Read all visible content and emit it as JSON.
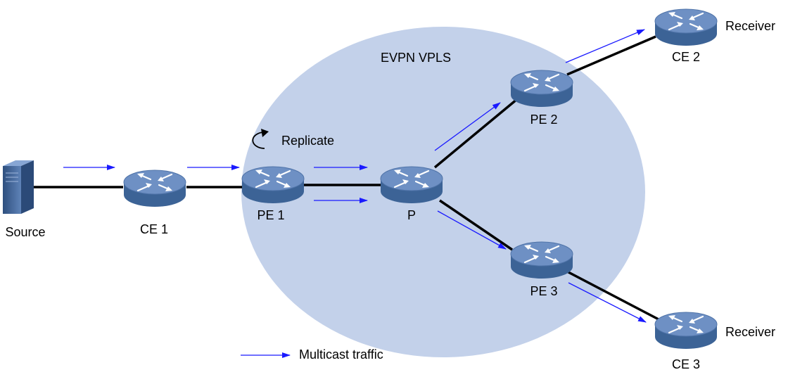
{
  "region_label": "EVPN VPLS",
  "replicate_label": "Replicate",
  "legend": {
    "label": "Multicast traffic"
  },
  "devices": {
    "source": "Source",
    "ce1": "CE 1",
    "pe1": "PE 1",
    "p": "P",
    "pe2": "PE 2",
    "pe3": "PE 3",
    "ce2": "CE 2",
    "ce3": "CE 3"
  },
  "receivers": {
    "top": "Receiver",
    "bottom": "Receiver"
  },
  "colors": {
    "region_fill": "#c3d1ea",
    "link": "#000000",
    "traffic_arrow": "#1a1aff",
    "router_body": "#3c6396",
    "router_top": "#6e90c4"
  }
}
